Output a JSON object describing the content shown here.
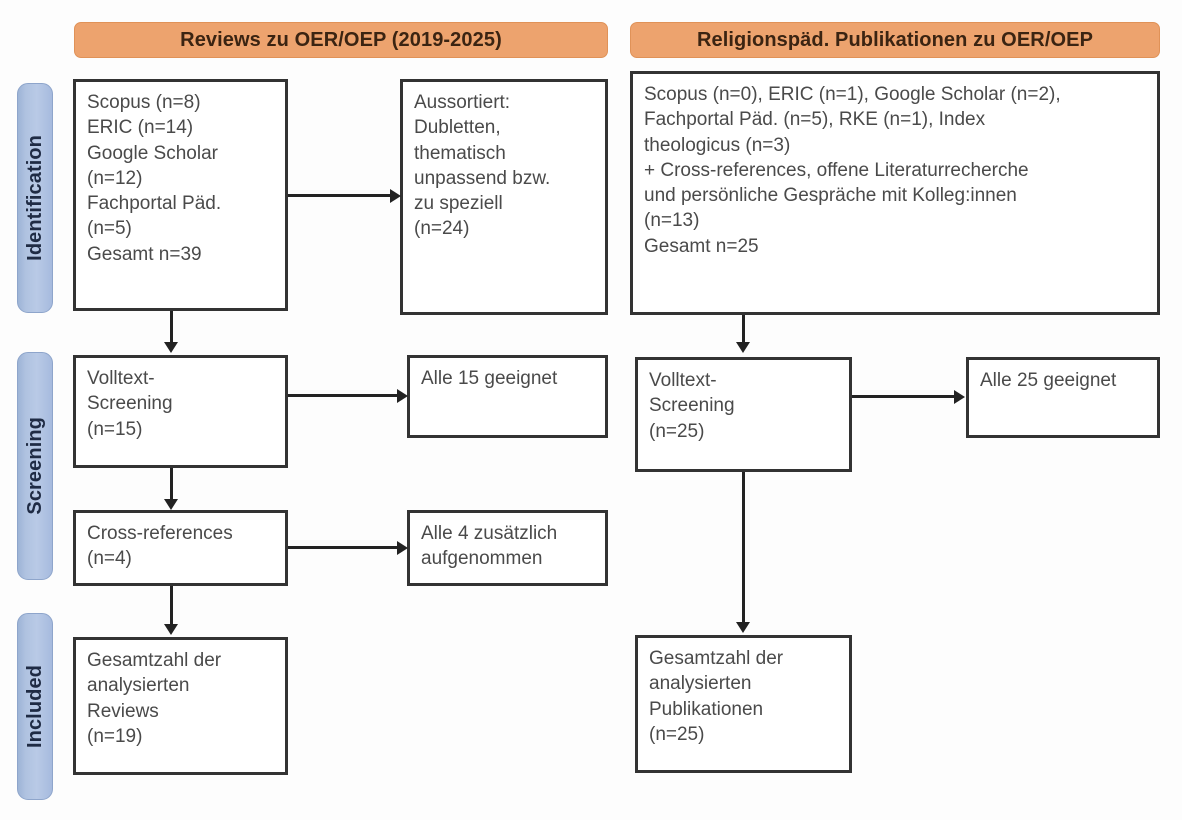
{
  "phases": [
    {
      "label": "Identification"
    },
    {
      "label": "Screening"
    },
    {
      "label": "Included"
    }
  ],
  "columns": {
    "left": {
      "header": "Reviews zu OER/OEP (2019-2025)"
    },
    "right": {
      "header": "Religionspäd. Publikationen zu OER/OEP"
    }
  },
  "boxes": {
    "left_sources": "Scopus (n=8)\nERIC (n=14)\nGoogle Scholar\n(n=12)\nFachportal Päd.\n(n=5)\nGesamt n=39",
    "left_excluded": "Aussortiert:\nDubletten,\nthematisch\nunpassend bzw.\nzu speziell\n(n=24)",
    "left_fulltext": "Volltext-\nScreening\n(n=15)",
    "left_fulltext_result": "Alle 15 geeignet",
    "left_crossrefs": "Cross-references\n(n=4)",
    "left_crossrefs_result": "Alle 4 zusätzlich\naufgenommen",
    "left_included": "Gesamtzahl der\nanalysierten\nReviews\n(n=19)",
    "right_sources": "Scopus (n=0), ERIC (n=1), Google Scholar (n=2),\nFachportal Päd. (n=5), RKE (n=1), Index\ntheologicus (n=3)\n+ Cross-references, offene Literaturrecherche\nund persönliche Gespräche mit Kolleg:innen\n(n=13)\nGesamt n=25",
    "right_fulltext": "Volltext-\nScreening\n(n=25)",
    "right_fulltext_result": "Alle 25 geeignet",
    "right_included": "Gesamtzahl der\nanalysierten\nPublikationen\n(n=25)"
  },
  "colors": {
    "header_orange": "#eda36e",
    "phase_blue": "#b0c3e2",
    "box_border": "#333333",
    "connector": "#222222",
    "text_gray": "#4a4a4a"
  }
}
